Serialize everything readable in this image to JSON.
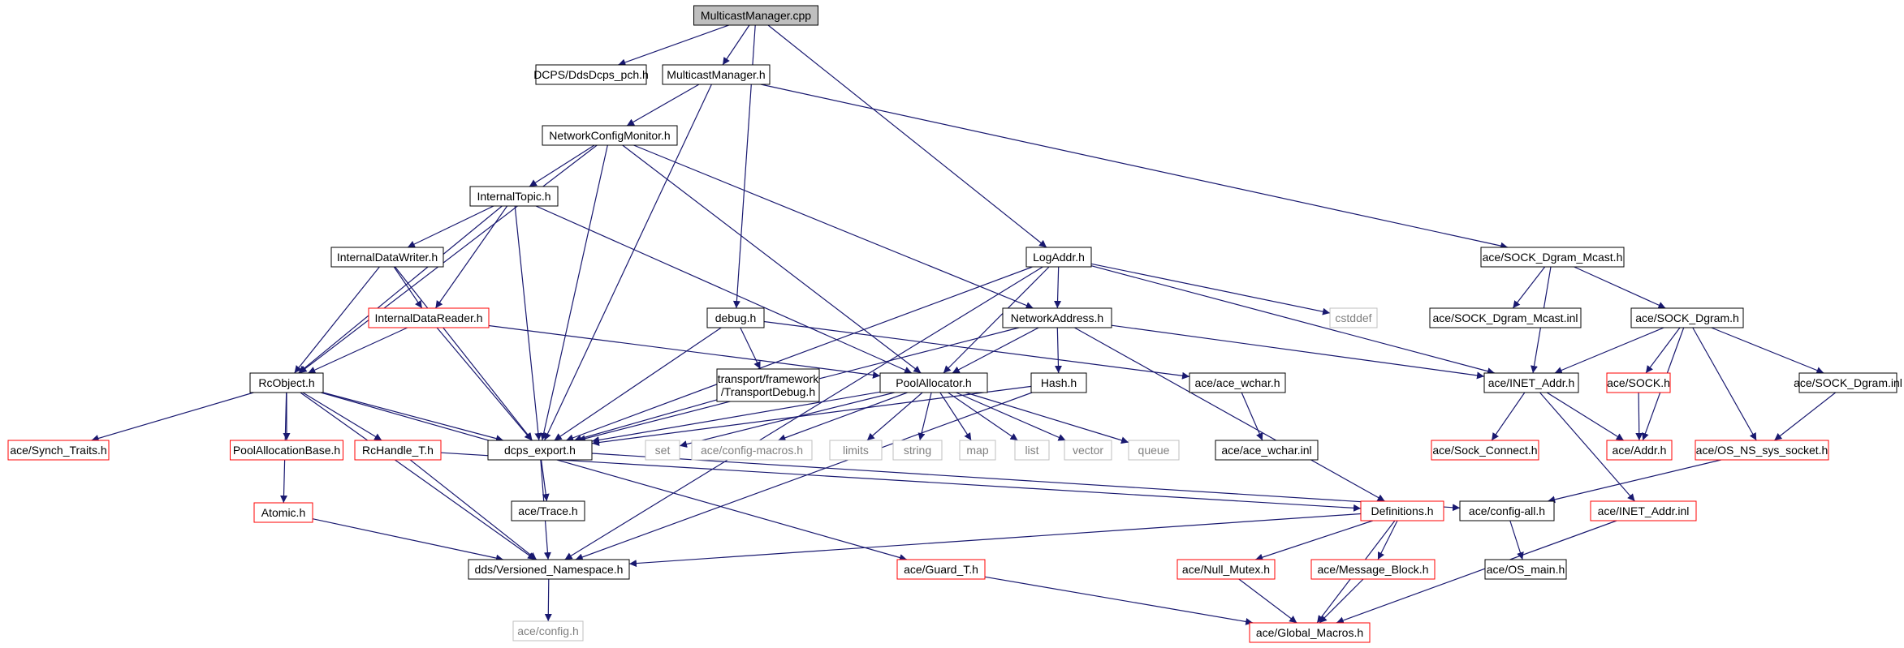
{
  "colors": {
    "edge": "#191970",
    "node_border_normal": "#000000",
    "node_border_missing": "#ff0000",
    "node_border_system": "#bfbfbf",
    "node_fill_root": "#bfbfbf",
    "node_fill": "#ffffff",
    "text_normal": "#000000",
    "text_system": "#7f7f7f"
  },
  "nodes": [
    {
      "id": "root",
      "label": "MulticastManager.cpp",
      "kind": "root"
    },
    {
      "id": "pch",
      "label": "DCPS/DdsDcps_pch.h",
      "kind": "normal"
    },
    {
      "id": "mmh",
      "label": "MulticastManager.h",
      "kind": "normal"
    },
    {
      "id": "ncm",
      "label": "NetworkConfigMonitor.h",
      "kind": "normal"
    },
    {
      "id": "itopic",
      "label": "InternalTopic.h",
      "kind": "normal"
    },
    {
      "id": "idw",
      "label": "InternalDataWriter.h",
      "kind": "normal"
    },
    {
      "id": "idr",
      "label": "InternalDataReader.h",
      "kind": "missing"
    },
    {
      "id": "rco",
      "label": "RcObject.h",
      "kind": "normal"
    },
    {
      "id": "synch",
      "label": "ace/Synch_Traits.h",
      "kind": "missing"
    },
    {
      "id": "pab",
      "label": "PoolAllocationBase.h",
      "kind": "missing"
    },
    {
      "id": "rch",
      "label": "RcHandle_T.h",
      "kind": "missing"
    },
    {
      "id": "atomic",
      "label": "Atomic.h",
      "kind": "missing"
    },
    {
      "id": "dcps",
      "label": "dcps_export.h",
      "kind": "normal"
    },
    {
      "id": "trace",
      "label": "ace/Trace.h",
      "kind": "normal"
    },
    {
      "id": "dvns",
      "label": "dds/Versioned_Namespace.h",
      "kind": "normal"
    },
    {
      "id": "aceconfig",
      "label": "ace/config.h",
      "kind": "system"
    },
    {
      "id": "debug",
      "label": "debug.h",
      "kind": "normal"
    },
    {
      "id": "tdebug",
      "label": "transport/framework\n/TransportDebug.h",
      "kind": "normal"
    },
    {
      "id": "palloc",
      "label": "PoolAllocator.h",
      "kind": "normal"
    },
    {
      "id": "set",
      "label": "set",
      "kind": "system"
    },
    {
      "id": "cfgmac",
      "label": "ace/config-macros.h",
      "kind": "system"
    },
    {
      "id": "limits",
      "label": "limits",
      "kind": "system"
    },
    {
      "id": "string",
      "label": "string",
      "kind": "system"
    },
    {
      "id": "map",
      "label": "map",
      "kind": "system"
    },
    {
      "id": "list",
      "label": "list",
      "kind": "system"
    },
    {
      "id": "vector",
      "label": "vector",
      "kind": "system"
    },
    {
      "id": "queue",
      "label": "queue",
      "kind": "system"
    },
    {
      "id": "logaddr",
      "label": "LogAddr.h",
      "kind": "normal"
    },
    {
      "id": "netaddr",
      "label": "NetworkAddress.h",
      "kind": "normal"
    },
    {
      "id": "hash",
      "label": "Hash.h",
      "kind": "normal"
    },
    {
      "id": "cstddef",
      "label": "cstddef",
      "kind": "system"
    },
    {
      "id": "acewchar",
      "label": "ace/ace_wchar.h",
      "kind": "normal"
    },
    {
      "id": "acewcharinl",
      "label": "ace/ace_wchar.inl",
      "kind": "normal"
    },
    {
      "id": "defs",
      "label": "Definitions.h",
      "kind": "missing"
    },
    {
      "id": "guard",
      "label": "ace/Guard_T.h",
      "kind": "missing"
    },
    {
      "id": "nullmutex",
      "label": "ace/Null_Mutex.h",
      "kind": "missing"
    },
    {
      "id": "msgblock",
      "label": "ace/Message_Block.h",
      "kind": "missing"
    },
    {
      "id": "globmac",
      "label": "ace/Global_Macros.h",
      "kind": "missing"
    },
    {
      "id": "cfgall",
      "label": "ace/config-all.h",
      "kind": "normal"
    },
    {
      "id": "osmain",
      "label": "ace/OS_main.h",
      "kind": "normal"
    },
    {
      "id": "sdm",
      "label": "ace/SOCK_Dgram_Mcast.h",
      "kind": "normal"
    },
    {
      "id": "sdminl",
      "label": "ace/SOCK_Dgram_Mcast.inl",
      "kind": "normal"
    },
    {
      "id": "sdg",
      "label": "ace/SOCK_Dgram.h",
      "kind": "normal"
    },
    {
      "id": "inet",
      "label": "ace/INET_Addr.h",
      "kind": "normal"
    },
    {
      "id": "sock",
      "label": "ace/SOCK.h",
      "kind": "missing"
    },
    {
      "id": "sdginl",
      "label": "ace/SOCK_Dgram.inl",
      "kind": "normal"
    },
    {
      "id": "sockconn",
      "label": "ace/Sock_Connect.h",
      "kind": "missing"
    },
    {
      "id": "addr",
      "label": "ace/Addr.h",
      "kind": "missing"
    },
    {
      "id": "osns",
      "label": "ace/OS_NS_sys_socket.h",
      "kind": "missing"
    },
    {
      "id": "inetinl",
      "label": "ace/INET_Addr.inl",
      "kind": "missing"
    }
  ],
  "edges": [
    [
      "root",
      "pch"
    ],
    [
      "root",
      "mmh"
    ],
    [
      "root",
      "debug"
    ],
    [
      "root",
      "logaddr"
    ],
    [
      "mmh",
      "ncm"
    ],
    [
      "mmh",
      "dcps"
    ],
    [
      "mmh",
      "sdm"
    ],
    [
      "ncm",
      "itopic"
    ],
    [
      "ncm",
      "rco"
    ],
    [
      "ncm",
      "dcps"
    ],
    [
      "ncm",
      "palloc"
    ],
    [
      "ncm",
      "netaddr"
    ],
    [
      "itopic",
      "idw"
    ],
    [
      "itopic",
      "idr"
    ],
    [
      "itopic",
      "rco"
    ],
    [
      "itopic",
      "dcps"
    ],
    [
      "itopic",
      "palloc"
    ],
    [
      "idw",
      "idr"
    ],
    [
      "idw",
      "rco"
    ],
    [
      "idw",
      "dcps"
    ],
    [
      "idr",
      "rco"
    ],
    [
      "idr",
      "dcps"
    ],
    [
      "idr",
      "palloc"
    ],
    [
      "rco",
      "synch"
    ],
    [
      "rco",
      "pab"
    ],
    [
      "rco",
      "rch"
    ],
    [
      "rco",
      "atomic"
    ],
    [
      "rco",
      "dcps"
    ],
    [
      "rco",
      "dvns"
    ],
    [
      "rco",
      "guard"
    ],
    [
      "rch",
      "dvns"
    ],
    [
      "rch",
      "defs"
    ],
    [
      "atomic",
      "dvns"
    ],
    [
      "dcps",
      "trace"
    ],
    [
      "dcps",
      "dvns"
    ],
    [
      "dcps",
      "cfgall"
    ],
    [
      "dvns",
      "aceconfig"
    ],
    [
      "debug",
      "tdebug"
    ],
    [
      "debug",
      "dcps"
    ],
    [
      "debug",
      "acewchar"
    ],
    [
      "tdebug",
      "dcps"
    ],
    [
      "palloc",
      "dcps"
    ],
    [
      "palloc",
      "set"
    ],
    [
      "palloc",
      "cfgmac"
    ],
    [
      "palloc",
      "limits"
    ],
    [
      "palloc",
      "string"
    ],
    [
      "palloc",
      "map"
    ],
    [
      "palloc",
      "list"
    ],
    [
      "palloc",
      "vector"
    ],
    [
      "palloc",
      "queue"
    ],
    [
      "logaddr",
      "netaddr"
    ],
    [
      "logaddr",
      "palloc"
    ],
    [
      "logaddr",
      "dcps"
    ],
    [
      "logaddr",
      "cstddef"
    ],
    [
      "logaddr",
      "inet"
    ],
    [
      "logaddr",
      "dvns"
    ],
    [
      "netaddr",
      "hash"
    ],
    [
      "netaddr",
      "palloc"
    ],
    [
      "netaddr",
      "inet"
    ],
    [
      "netaddr",
      "defs"
    ],
    [
      "netaddr",
      "dcps"
    ],
    [
      "hash",
      "dcps"
    ],
    [
      "hash",
      "dvns"
    ],
    [
      "acewchar",
      "acewcharinl"
    ],
    [
      "defs",
      "dvns"
    ],
    [
      "defs",
      "nullmutex"
    ],
    [
      "defs",
      "msgblock"
    ],
    [
      "defs",
      "globmac"
    ],
    [
      "guard",
      "globmac"
    ],
    [
      "nullmutex",
      "globmac"
    ],
    [
      "msgblock",
      "globmac"
    ],
    [
      "cfgall",
      "osmain"
    ],
    [
      "sdm",
      "sdminl"
    ],
    [
      "sdm",
      "sdg"
    ],
    [
      "sdm",
      "inet"
    ],
    [
      "sdg",
      "inet"
    ],
    [
      "sdg",
      "sock"
    ],
    [
      "sdg",
      "sdginl"
    ],
    [
      "sdg",
      "addr"
    ],
    [
      "sdg",
      "osns"
    ],
    [
      "inet",
      "sockconn"
    ],
    [
      "inet",
      "addr"
    ],
    [
      "inet",
      "inetinl"
    ],
    [
      "sock",
      "addr"
    ],
    [
      "sdginl",
      "osns"
    ],
    [
      "osns",
      "cfgall"
    ],
    [
      "inetinl",
      "globmac"
    ]
  ]
}
